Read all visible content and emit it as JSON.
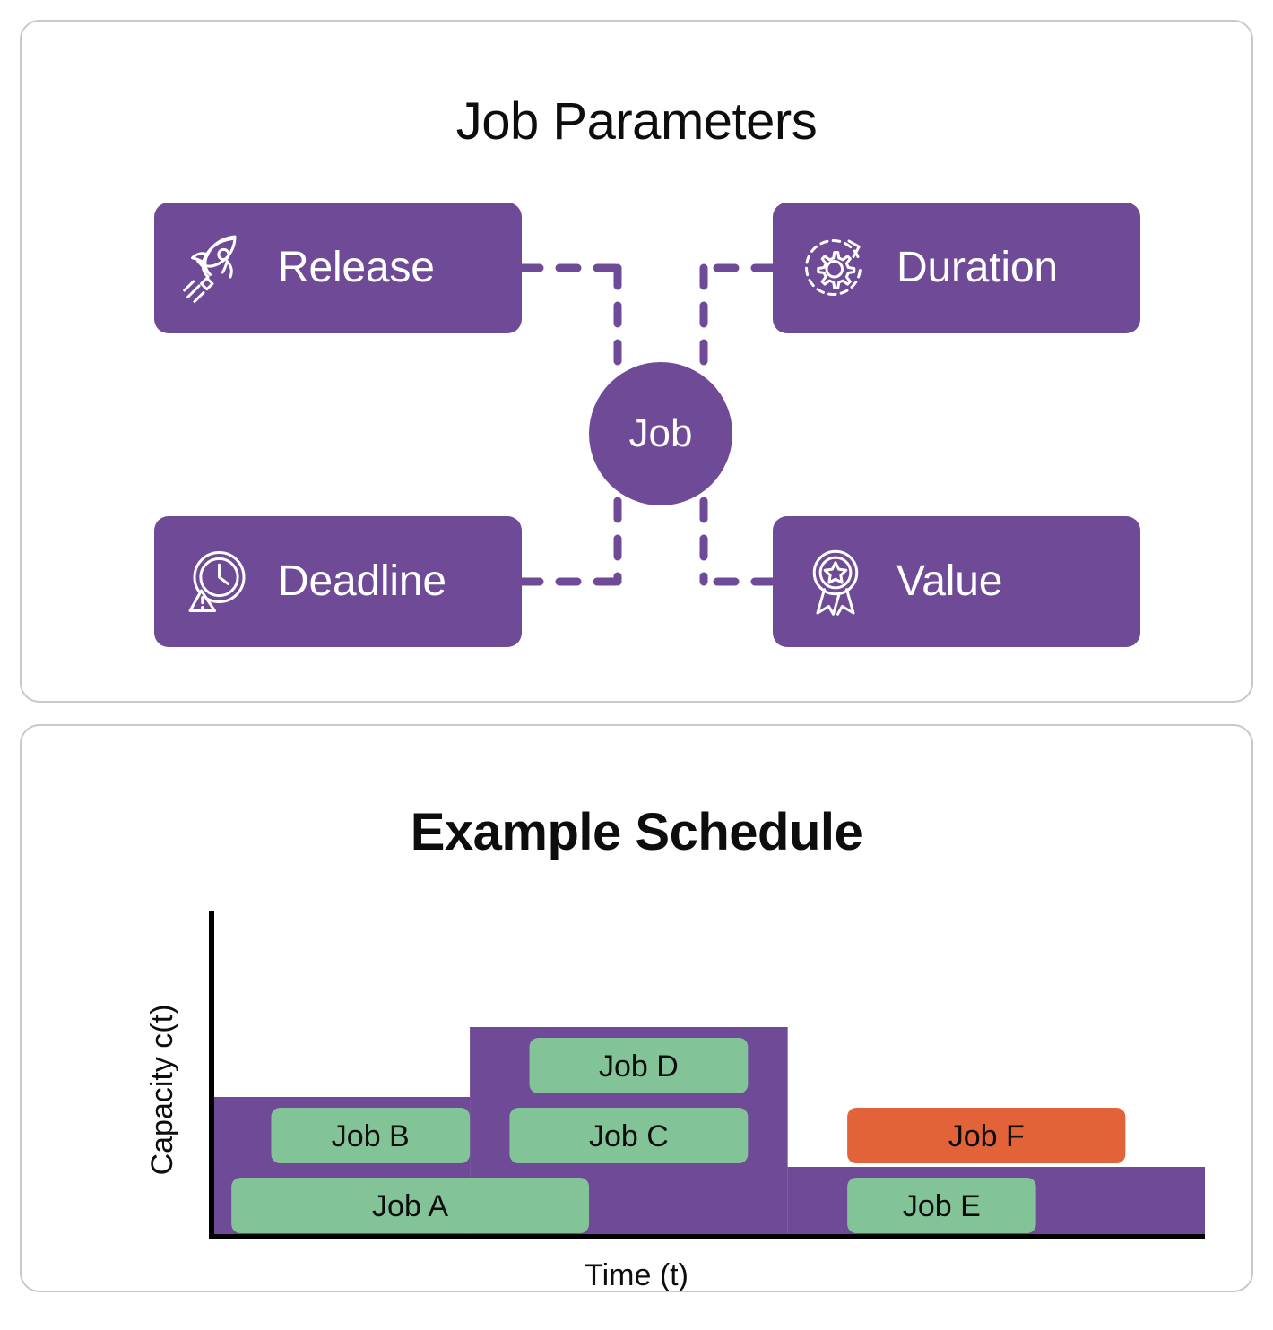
{
  "panels": {
    "parameters": {
      "title": "Job Parameters",
      "hub": {
        "label": "Job"
      },
      "nodes": [
        {
          "id": "release",
          "label": "Release",
          "icon": "rocket-icon"
        },
        {
          "id": "duration",
          "label": "Duration",
          "icon": "gear-refresh-icon"
        },
        {
          "id": "deadline",
          "label": "Deadline",
          "icon": "clock-warning-icon"
        },
        {
          "id": "value",
          "label": "Value",
          "icon": "award-ribbon-icon"
        }
      ]
    },
    "schedule": {
      "title": "Example Schedule"
    }
  },
  "colors": {
    "purple": "#6F4A96",
    "green": "#83C398",
    "orange": "#E2623A",
    "axis": "#000000",
    "card_border": "#c7c7cc",
    "text": "#0d0d0d"
  },
  "chart_data": {
    "type": "bar",
    "title": "Example Schedule",
    "xlabel": "Time (t)",
    "ylabel": "Capacity c(t)",
    "grid": false,
    "legend": null,
    "xlim": [
      0,
      10
    ],
    "ylim": [
      0,
      4
    ],
    "capacity_profile": {
      "description": "Piecewise-constant capacity envelope c(t)",
      "segments": [
        {
          "t_start": 0.0,
          "t_end": 2.6,
          "capacity": 2.0
        },
        {
          "t_start": 2.6,
          "t_end": 5.8,
          "capacity": 3.0
        },
        {
          "t_start": 5.8,
          "t_end": 10.0,
          "capacity": 1.0
        }
      ]
    },
    "jobs": [
      {
        "name": "Job A",
        "t_start": 0.2,
        "t_end": 3.8,
        "level": 0,
        "status": "scheduled",
        "color": "#83C398"
      },
      {
        "name": "Job B",
        "t_start": 0.6,
        "t_end": 2.6,
        "level": 1,
        "status": "scheduled",
        "color": "#83C398"
      },
      {
        "name": "Job C",
        "t_start": 3.0,
        "t_end": 5.4,
        "level": 1,
        "status": "scheduled",
        "color": "#83C398"
      },
      {
        "name": "Job D",
        "t_start": 3.2,
        "t_end": 5.4,
        "level": 2,
        "status": "scheduled",
        "color": "#83C398"
      },
      {
        "name": "Job E",
        "t_start": 6.4,
        "t_end": 8.3,
        "level": 0,
        "status": "scheduled",
        "color": "#83C398"
      },
      {
        "name": "Job F",
        "t_start": 6.4,
        "t_end": 9.2,
        "level": 1,
        "status": "rejected",
        "color": "#E2623A"
      }
    ]
  }
}
